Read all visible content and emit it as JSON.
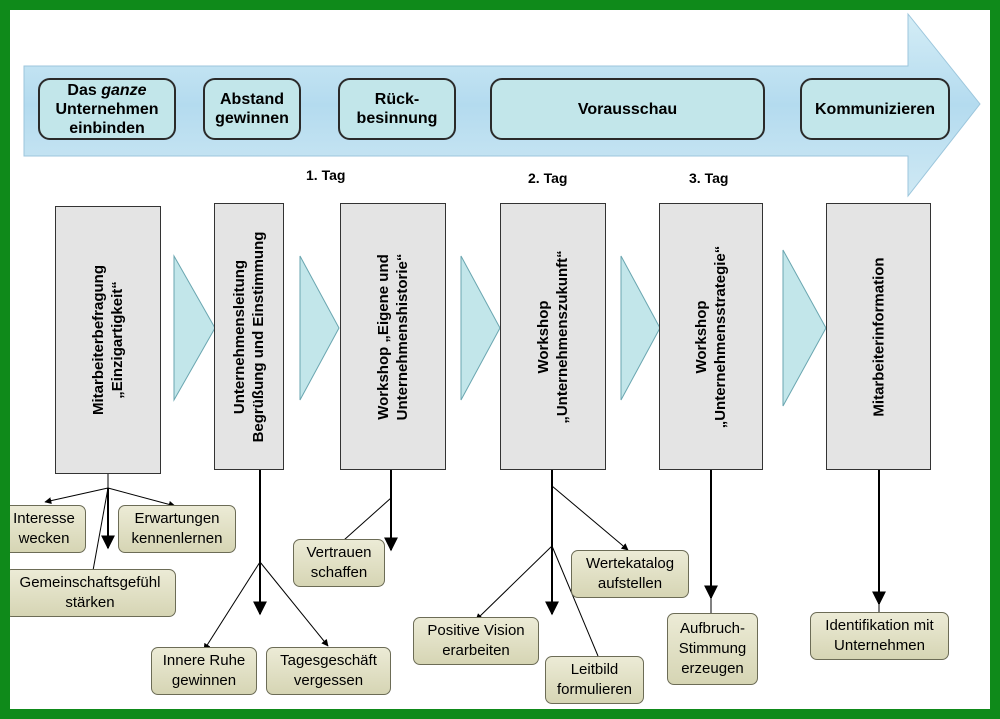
{
  "phases": [
    {
      "line1_a": "Das ",
      "line1_b": "ganze",
      "line2": "Unternehmen",
      "line3": "einbinden"
    },
    {
      "line1": "Abstand",
      "line2": "gewinnen"
    },
    {
      "line1": "Rück-",
      "line2": "besinnung"
    },
    {
      "line1": "Vorausschau"
    },
    {
      "line1": "Kommunizieren"
    }
  ],
  "days": [
    "1. Tag",
    "2. Tag",
    "3. Tag"
  ],
  "steps": [
    {
      "line1": "Mitarbeiterbefragung",
      "line2": "„Einzigartigkeit“"
    },
    {
      "line1": "Unternehmensleitung",
      "line2": "Begrüßung und Einstimmung"
    },
    {
      "line1": "Workshop „Eigene und",
      "line2": "Unternehmenshistorie“"
    },
    {
      "line1": "Workshop",
      "line2": "„Unternehmenszukunft“"
    },
    {
      "line1": "Workshop",
      "line2": "„Unternehmensstrategie“"
    },
    {
      "line1": "Mitarbeiterinformation"
    }
  ],
  "notes": {
    "interesse": [
      "Interesse",
      "wecken"
    ],
    "erwartungen": [
      "Erwartungen",
      "kennenlernen"
    ],
    "gemeinschaft": [
      "Gemeinschaftsgefühl",
      "stärken"
    ],
    "ruhe": [
      "Innere Ruhe",
      "gewinnen"
    ],
    "tagesgeschaeft": [
      "Tagesgeschäft",
      "vergessen"
    ],
    "vertrauen": [
      "Vertrauen",
      "schaffen"
    ],
    "vision": [
      "Positive Vision",
      "erarbeiten"
    ],
    "wertekatalog": [
      "Wertekatalog",
      "aufstellen"
    ],
    "leitbild": [
      "Leitbild",
      "formulieren"
    ],
    "aufbruch": [
      "Aufbruch-",
      "Stimmung",
      "erzeugen"
    ],
    "identifikation": [
      "Identifikation mit",
      "Unternehmen"
    ]
  },
  "colors": {
    "frame": "#0f8a1a",
    "arrow": "#a9d3ea",
    "phase_fill": "#c2e6ea",
    "chevron": "#c2e6ea",
    "step_fill": "#e4e4e4",
    "note_fill": "#e0dfc4"
  }
}
